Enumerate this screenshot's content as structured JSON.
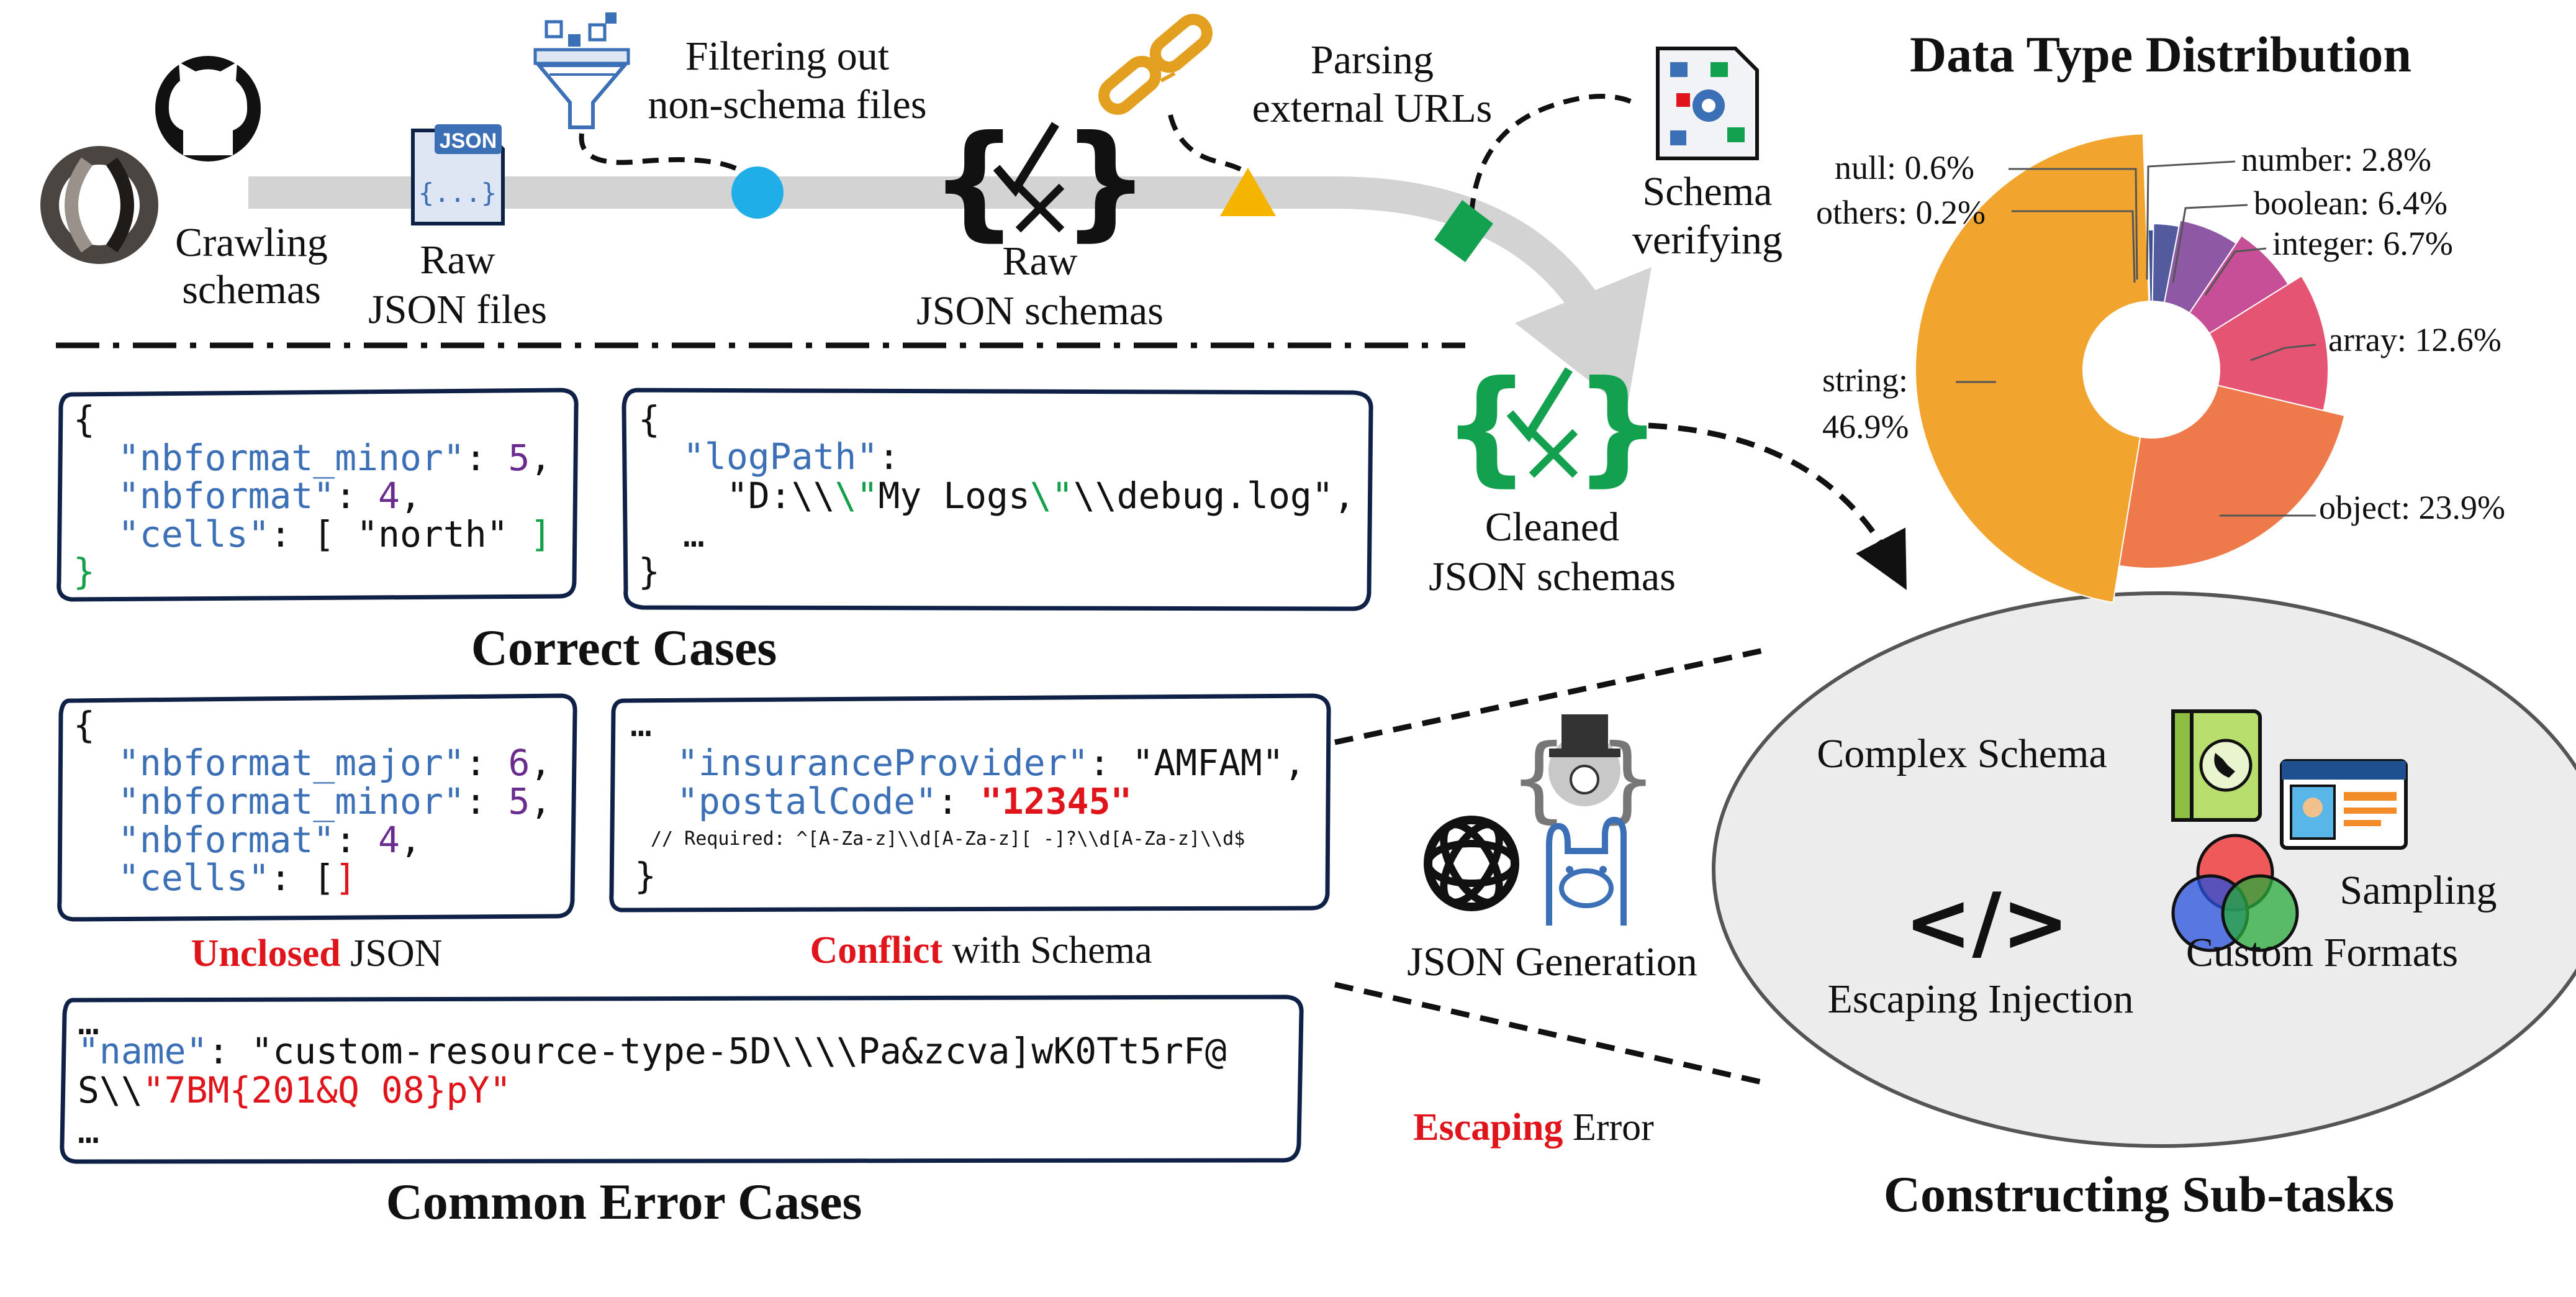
{
  "pipeline": {
    "crawling": [
      "Crawling",
      "schemas"
    ],
    "raw_json_files": [
      "Raw",
      "JSON files"
    ],
    "json_badge": "JSON",
    "doc_glyph": "{...}",
    "filtering": [
      "Filtering out",
      "non-schema files"
    ],
    "raw_schemas": [
      "Raw",
      "JSON schemas"
    ],
    "parsing": [
      "Parsing",
      "external URLs"
    ],
    "schema_verifying": [
      "Schema",
      "verifying"
    ],
    "cleaned": [
      "Cleaned",
      "JSON schemas"
    ]
  },
  "correct_cases": {
    "title": "Correct Cases",
    "case1": {
      "open": "{",
      "line1_key": "\"nbformat_minor\"",
      "line1_sep": ": ",
      "line1_val": "5",
      "line1_end": ",",
      "line2_key": "\"nbformat\"",
      "line2_sep": ": ",
      "line2_val": "4",
      "line2_end": ",",
      "line3_key": "\"cells\"",
      "line3_rest": ": [ \"north\" ",
      "line3_bracket": "]",
      "close": "}"
    },
    "case2": {
      "open": "{",
      "key": "\"logPath\"",
      "key_sep": ":",
      "val_a": "\"D:\\\\",
      "val_esc1": "\\\"",
      "val_b": "My Logs",
      "val_esc2": "\\\"",
      "val_c": "\\\\debug.log\",",
      "ellipsis": "…",
      "close": "}"
    }
  },
  "error_cases": {
    "title": "Common Error Cases",
    "unclosed": {
      "open": "{",
      "line1_key": "\"nbformat_major\"",
      "line1_sep": ": ",
      "line1_val": "6",
      "line1_end": ",",
      "line2_key": "\"nbformat_minor\"",
      "line2_sep": ": ",
      "line2_val": "5",
      "line2_end": ",",
      "line3_key": "\"nbformat\"",
      "line3_sep": ": ",
      "line3_val": "4",
      "line3_end": ",",
      "line4_key": "\"cells\"",
      "line4_rest": ": [",
      "line4_bracket": "]",
      "caption_red": "Unclosed",
      "caption_rest": " JSON"
    },
    "conflict": {
      "ellipsis": "…",
      "line1_key": "\"insuranceProvider\"",
      "line1_rest": ": \"AMFAM\",",
      "line2_key": "\"postalCode\"",
      "line2_sep": ": ",
      "line2_val": "\"12345\"",
      "comment": "// Required: ^[A-Za-z]\\\\d[A-Za-z][ -]?\\\\d[A-Za-z]\\\\d$",
      "close": "}",
      "caption_red": "Conflict",
      "caption_rest": " with Schema"
    },
    "escaping": {
      "ellipsis_top": "…",
      "line1_key": "\"name\"",
      "line1_rest": ": \"custom-resource-type-5D\\\\\\\\Pa&zcva]wK0Tt5rF@",
      "line2_black": "S\\\\",
      "line2_red": "\"7BM{201&Q 08}pY\"",
      "ellipsis_bottom": "…",
      "caption_red": "Escaping",
      "caption_rest": " Error"
    }
  },
  "generation": {
    "label": "JSON Generation"
  },
  "subtasks": {
    "title": "Constructing Sub-tasks",
    "complex": "Complex Schema",
    "escaping": "Escaping Injection",
    "sampling": "Sampling",
    "custom": "Custom Formats",
    "code_glyph": "</>"
  },
  "colors": {
    "string": "#f2a52e",
    "object": "#ee7a4c",
    "array": "#e65474",
    "integer": "#c64f98",
    "boolean": "#8e58a4",
    "number": "#545a9e",
    "null": "#3d4f93",
    "others": "#2a3d7a",
    "pipeline_gray": "#d3d3d3",
    "dot_blue": "#20aee8",
    "triangle_yellow": "#f5b400",
    "diamond_green": "#13a04f"
  },
  "chart_data": {
    "type": "pie",
    "title": "Data Type Distribution",
    "labels": [
      "string",
      "object",
      "array",
      "integer",
      "boolean",
      "number",
      "null",
      "others"
    ],
    "values": [
      46.9,
      23.9,
      12.6,
      6.7,
      6.4,
      2.8,
      0.6,
      0.2
    ],
    "unit": "%",
    "label_texts": [
      "string:",
      "46.9%",
      "object: 23.9%",
      "array: 12.6%",
      "integer: 6.7%",
      "boolean: 6.4%",
      "number: 2.8%",
      "null: 0.6%",
      "others: 0.2%"
    ]
  }
}
